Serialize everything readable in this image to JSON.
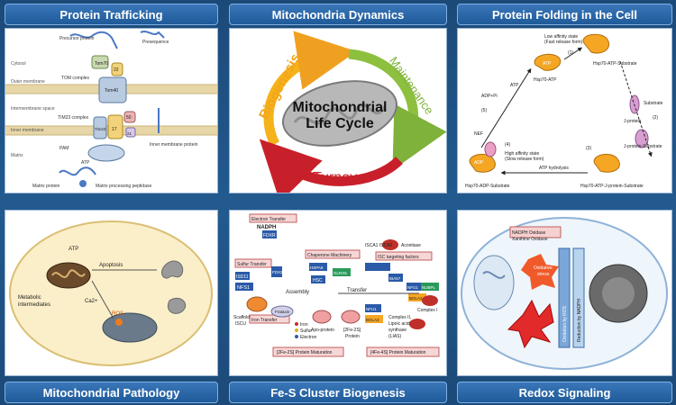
{
  "titles": {
    "t1": "Protein Trafficking",
    "t2": "Mitochondria Dynamics",
    "t3": "Protein Folding in the Cell",
    "t4": "Mitochondrial Pathology",
    "t5": "Fe-S Cluster Biogenesis",
    "t6": "Redox Signaling"
  },
  "p1": {
    "precursor": "Precursor protein",
    "presequence": "Presequence",
    "cytosol": "Cytosol",
    "outer_membrane": "Outer membrane",
    "ims": "Intermembrane space",
    "inner_membrane": "Inner membrane",
    "matrix": "Matrix",
    "tom70": "Tom70",
    "tom22": "22",
    "tom40": "Tom40",
    "tom_complex": "TOM complex",
    "tim23_complex": "TIM23 complex",
    "tim50": "50",
    "tim21": "21",
    "tim23": "Tim23",
    "tim17": "17",
    "pam": "PAM",
    "atp": "ATP",
    "inner_protein": "Inner membrane protein",
    "matrix_protein": "Matrix protein",
    "mpp": "Matrix processing peptidase"
  },
  "p2": {
    "biogenesis": "Biogenesis",
    "maintenance": "Maintenance",
    "turnover": "Turnover",
    "center_line1": "Mitochondrial",
    "center_line2": "Life Cycle"
  },
  "p3": {
    "low_affinity": "Low affinity state",
    "fast_release": "(Fast release form)",
    "hsp70_atp": "Hsp70-ATP",
    "step1": "(1)",
    "hsp70_atp_substrate": "Hsp70-ATP-Substrate",
    "atp": "ATP",
    "adp_pi": "ADP+Pi",
    "step5": "(5)",
    "nef": "NEF",
    "j_protein": "J-protein",
    "substrate": "Substrate",
    "step2": "(2)",
    "j_protein_substrate": "J-protein-Substrate",
    "step4": "(4)",
    "high_affinity": "High affinity state",
    "slow_release": "(Slow release form)",
    "step3": "(3)",
    "atp_hydrolysis": "ATP hydrolysis",
    "hsp70_adp_substrate": "Hsp70-ADP-Substrate",
    "hsp70_atp_j_substrate": "Hsp70-ATP-J-protein-Substrate",
    "badge_atp": "ATP",
    "badge_adp": "ADP"
  },
  "p4": {
    "atp": "ATP",
    "apoptosis": "Apoptosis",
    "ros": "ROS",
    "metabolic": "Metabolic",
    "intermediates": "intermediates",
    "ca": "Ca2+"
  },
  "p5": {
    "electron_transfer": "Electron Transfer",
    "nadph": "NADPH",
    "fdxr": "FDXR",
    "sulfur_transfer": "Sulfur Transfer",
    "isd11": "ISD11",
    "nfs1": "NFS1",
    "fdx2": "FDX2",
    "chaperone": "Chaperone Machinery",
    "hspa9": "HSPA9",
    "hsc": "HSC",
    "glrx5": "GLRX5",
    "isca": "ISCA1  ISCA2",
    "isc_factors": "ISC targeting factors",
    "aconitase": "Aconitase",
    "iba57": "IBA57",
    "nfu1": "NFU1",
    "ind1": "NUBPL",
    "bola3": "BOLA3",
    "complex1": "Complex I",
    "assembly": "Assembly",
    "transfer": "Transfer",
    "scaffold": "Scaffold",
    "iscu": "ISCU",
    "frataxin": "Frataxin",
    "iron_transfer": "Iron Transfer",
    "legend_iron": "Iron",
    "legend_sulfur": "Sulfur",
    "legend_electron": "Electron",
    "apo_protein": "Apo-protein",
    "fe2s2_protein": "[2Fe-2S]",
    "protein": "Protein",
    "nfu1_b": "NFU1",
    "bola3_b": "BOLA3",
    "complex2": "Complex II,",
    "lipoic": "Lipoic acid",
    "synthase": "synthase",
    "lias": "(LIAS)",
    "maturation1": "[2Fe-2S]   Protein Maturation",
    "maturation2": "[4Fe-4S]   Protein Maturation"
  },
  "p6": {
    "nadph_oxidase": "NADPH Oxidase",
    "xanthine_oxidase": "Xanthine Oxidase",
    "oxidative": "Oxidative",
    "stress": "stress",
    "side1": "Oxidation by ROS",
    "side2": "Reduction by NADPH"
  }
}
